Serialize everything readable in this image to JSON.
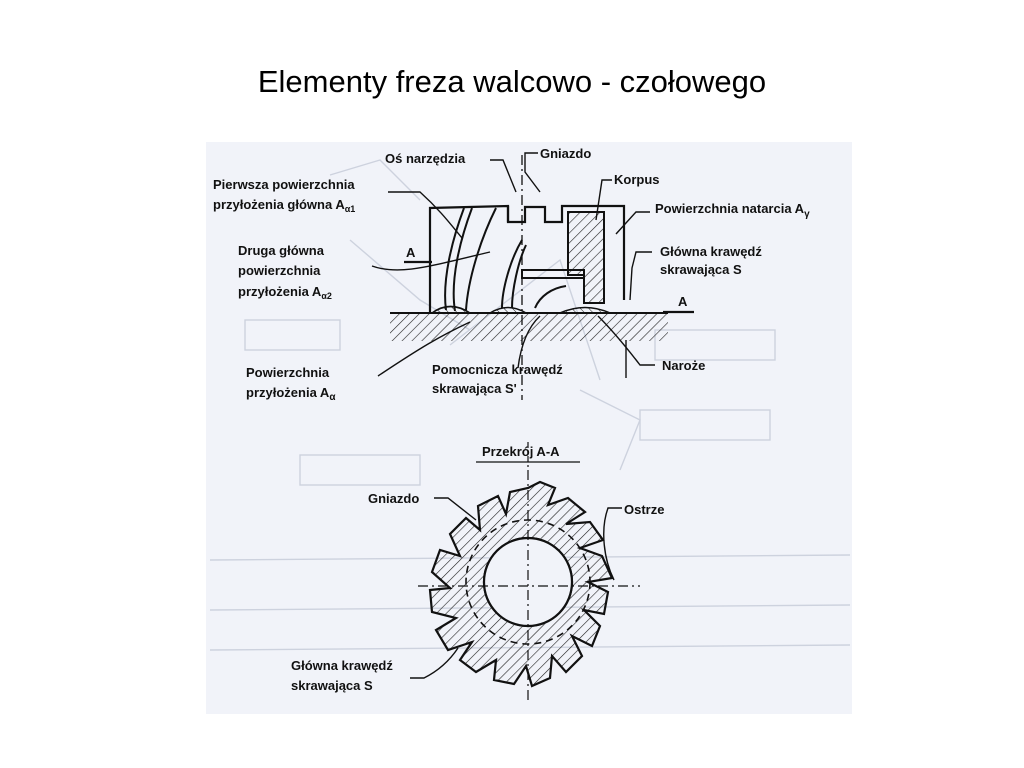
{
  "title": "Elementy  freza walcowo - czołowego",
  "labels": {
    "os_narzedzia": "Oś narzędzia",
    "gniazdo_top": "Gniazdo",
    "korpus": "Korpus",
    "pierwsza_1": "Pierwsza powierzchnia",
    "pierwsza_2": "przyłożenia główna A",
    "pierwsza_sub": "α1",
    "natarcia": "Powierzchnia natarcia A",
    "natarcia_sub": "γ",
    "druga_1": "Druga główna",
    "druga_2": "powierzchnia",
    "druga_3": "przyłożenia A",
    "druga_sub": "α2",
    "glowna_top_1": "Główna krawędź",
    "glowna_top_2": "skrawająca  S",
    "section_a_left": "A",
    "section_a_right": "A",
    "przylozenia_1": "Powierzchnia",
    "przylozenia_2": "przyłożenia  A",
    "przylozenia_sub": "α",
    "pomocnicza_1": "Pomocnicza krawędź",
    "pomocnicza_2": "skrawająca  S'",
    "naroze": "Naroże",
    "przekroj": "Przekrój A-A",
    "gniazdo_bottom": "Gniazdo",
    "ostrze": "Ostrze",
    "glowna_bottom_1": "Główna krawędź",
    "glowna_bottom_2": "skrawająca  S"
  },
  "colors": {
    "ink": "#111111",
    "scan_background": "#f1f3f9",
    "ghost_text": "#c4c9d6"
  }
}
